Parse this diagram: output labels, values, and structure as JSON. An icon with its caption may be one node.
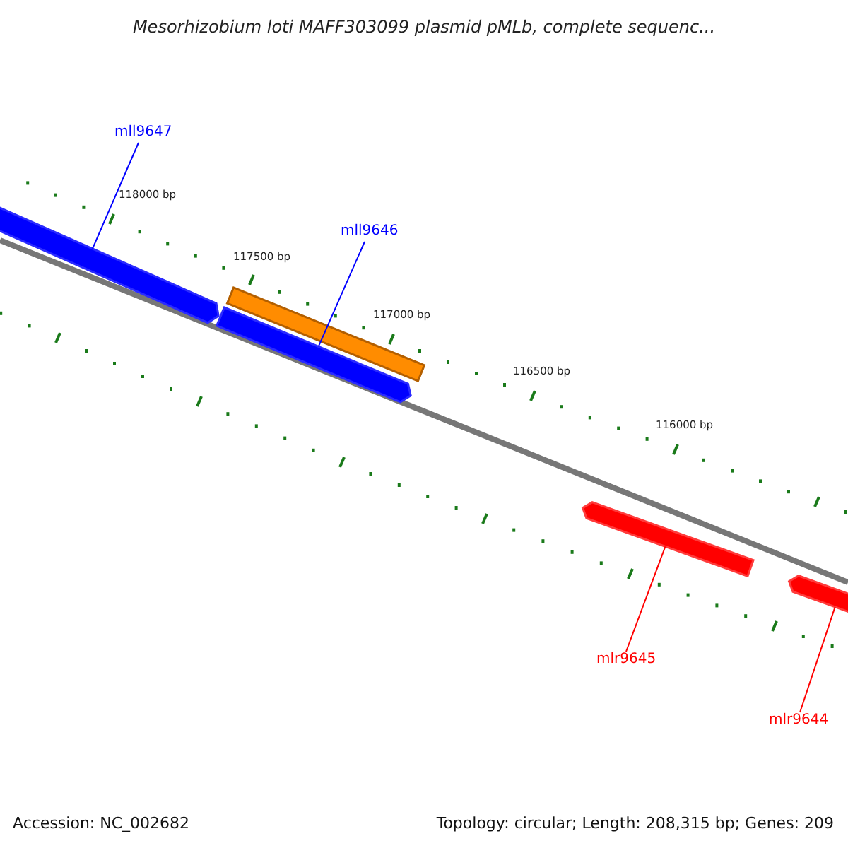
{
  "diagram": {
    "title": "Mesorhizobium loti MAFF303099 plasmid pMLb, complete sequenc...",
    "nodes": [
      {
        "text": [
          "mll9647"
        ]
      },
      {
        "text": [
          "mll9646"
        ]
      },
      {
        "text": [
          "mlr9645"
        ]
      },
      {
        "text": [
          "mlr9644"
        ]
      },
      {
        "text": [],
        "shape": "arrow"
      },
      {
        "text": [],
        "shape": "bar"
      },
      {
        "text": [],
        "shape": "arrow"
      },
      {
        "text": [],
        "shape": "arrow"
      },
      {
        "text": [],
        "shape": "arrow"
      }
    ],
    "edges": [
      {
        "from": 0,
        "to": 4,
        "arrow": "none",
        "color": "#0000ff"
      },
      {
        "from": 1,
        "to": 6,
        "arrow": "none",
        "color": "#0000ff"
      },
      {
        "from": 2,
        "to": 7,
        "arrow": "none",
        "color": "#ff0000"
      },
      {
        "from": 3,
        "to": 8,
        "arrow": "none",
        "color": "#ff0000"
      }
    ],
    "labels": [
      "118000 bp",
      "117500 bp",
      "117000 bp",
      "116500 bp",
      "116000 bp",
      "Accession: NC_002682",
      "Topology: circular; Length: 208,315 bp; Genes: 209"
    ]
  }
}
